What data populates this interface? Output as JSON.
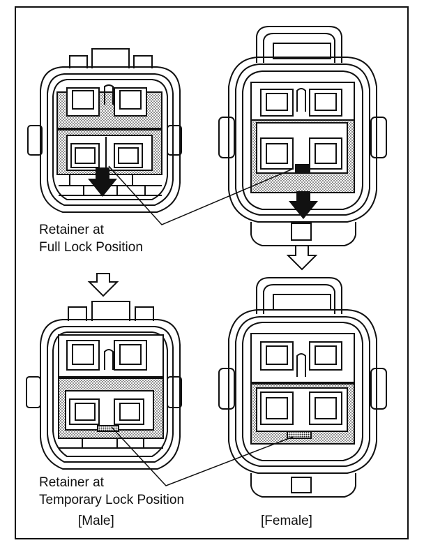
{
  "labels": {
    "full_lock_line1": "Retainer at",
    "full_lock_line2": "Full Lock Position",
    "temp_lock_line1": "Retainer at",
    "temp_lock_line2": "Temporary Lock Position",
    "male_caption": "[Male]",
    "female_caption": "[Female]"
  }
}
